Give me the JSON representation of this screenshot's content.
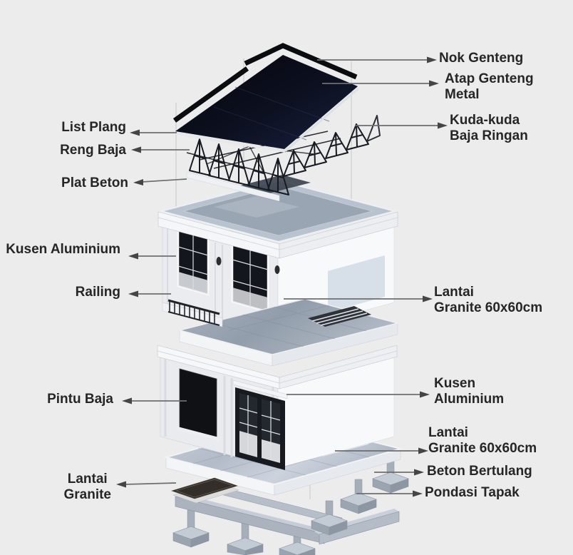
{
  "colors": {
    "background": "#ececec",
    "label_text": "#262626",
    "arrow_line": "#6e6e6e",
    "arrow_head": "#454545",
    "roof_dark": "#070910",
    "roof_navy_sheen": "#1a2142",
    "marble_floor": "#bfc7d2",
    "granite_slab_top": "#9aa4b1",
    "dark_granite": "#332e2a",
    "grass_green": "#2f471d",
    "concrete": "#aab3be",
    "wall_white": "#f8f9fb"
  },
  "labels": {
    "left": [
      {
        "id": "list-plang",
        "text": "List Plang"
      },
      {
        "id": "reng-baja",
        "text": "Reng Baja"
      },
      {
        "id": "plat-beton",
        "text": "Plat Beton"
      },
      {
        "id": "kusen-aluminium",
        "text": "Kusen Aluminium"
      },
      {
        "id": "railing",
        "text": "Railing"
      },
      {
        "id": "pintu-baja",
        "text": "Pintu Baja"
      },
      {
        "id": "lantai-granite",
        "text": "Lantai\nGranite"
      }
    ],
    "right": [
      {
        "id": "nok-genteng",
        "text": "Nok Genteng"
      },
      {
        "id": "atap-genteng-metal",
        "text": "Atap Genteng\nMetal"
      },
      {
        "id": "kuda-kuda-baja-ringan",
        "text": "Kuda-kuda\nBaja Ringan"
      },
      {
        "id": "lantai-granite-60-upper",
        "text": "Lantai\nGranite 60x60cm"
      },
      {
        "id": "kusen-aluminium-right",
        "text": "Kusen\nAluminium"
      },
      {
        "id": "lantai-granite-60-lower",
        "text": "Lantai\nGranite 60x60cm"
      },
      {
        "id": "beton-bertulang",
        "text": "Beton Bertulang"
      },
      {
        "id": "pondasi-tapak",
        "text": "Pondasi Tapak"
      }
    ]
  }
}
